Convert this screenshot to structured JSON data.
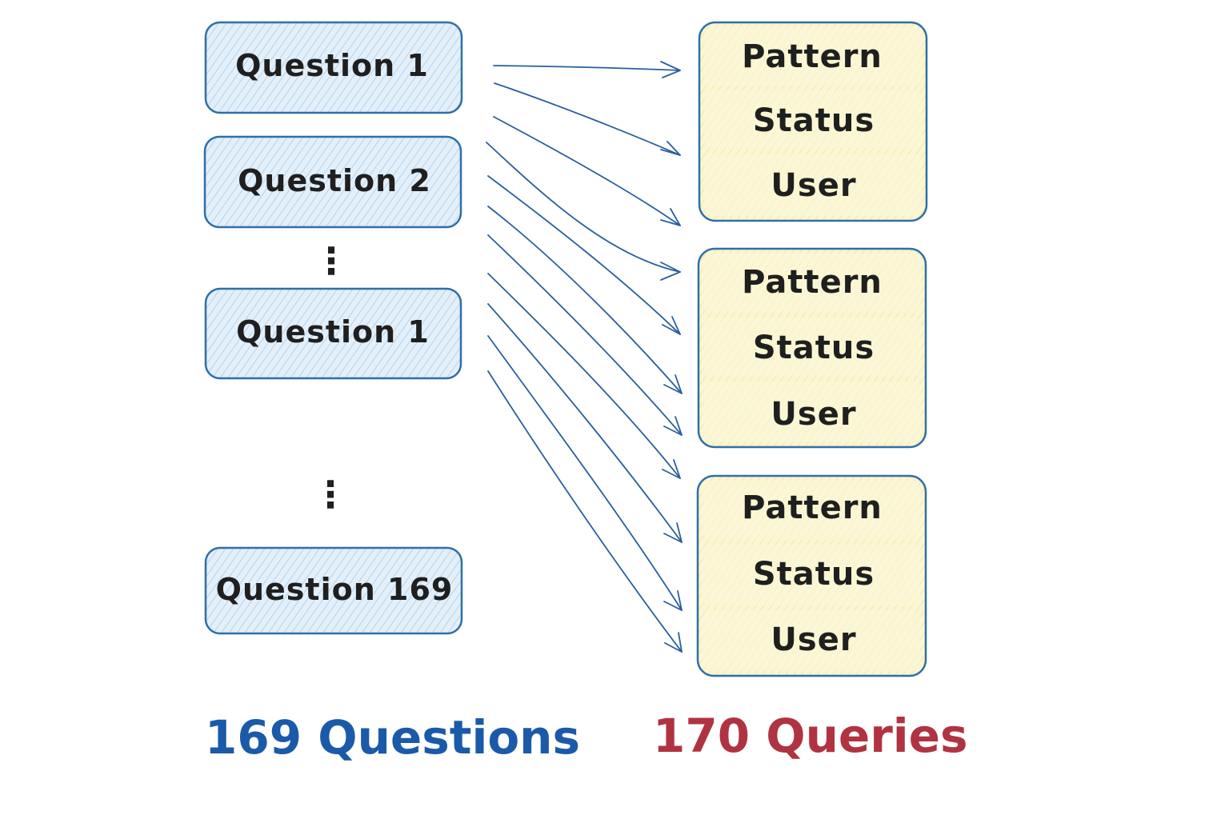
{
  "questions": [
    {
      "label": "Question 1"
    },
    {
      "label": "Question 2"
    },
    {
      "label": "Question 1"
    },
    {
      "label": "Question 169"
    }
  ],
  "ellipsis": [
    {
      "glyph": "⋮"
    },
    {
      "glyph": "⋮"
    }
  ],
  "query_blocks": [
    {
      "fields": [
        "Pattern",
        "Status",
        "User"
      ]
    },
    {
      "fields": [
        "Pattern",
        "Status",
        "User"
      ]
    },
    {
      "fields": [
        "Pattern",
        "Status",
        "User"
      ]
    }
  ],
  "summary": {
    "questions_label": "169 Questions",
    "queries_label": "170 Queries"
  },
  "colors": {
    "question_fill": "#dcebf7",
    "question_stroke": "#2f6fa8",
    "query_fill": "#fbf6cf",
    "query_stroke": "#2f6fa8",
    "arrow": "#2a5f9e",
    "questions_summary": "#1b5aa8",
    "queries_summary": "#b03341"
  }
}
